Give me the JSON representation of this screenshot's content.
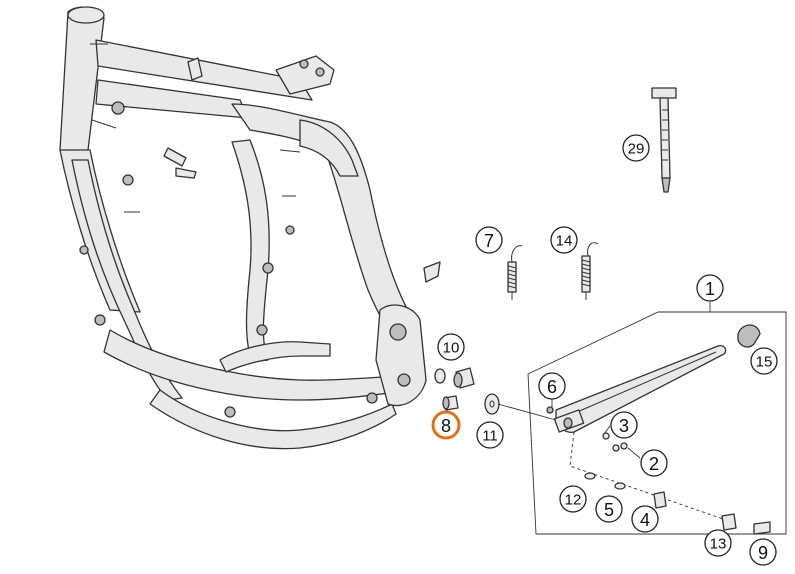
{
  "callouts": [
    {
      "id": "1",
      "label": "1"
    },
    {
      "id": "2",
      "label": "2"
    },
    {
      "id": "3",
      "label": "3"
    },
    {
      "id": "4",
      "label": "4"
    },
    {
      "id": "5",
      "label": "5"
    },
    {
      "id": "6",
      "label": "6"
    },
    {
      "id": "7",
      "label": "7"
    },
    {
      "id": "8",
      "label": "8",
      "highlighted": true
    },
    {
      "id": "9",
      "label": "9"
    },
    {
      "id": "10",
      "label": "10"
    },
    {
      "id": "11",
      "label": "11"
    },
    {
      "id": "12",
      "label": "12"
    },
    {
      "id": "13",
      "label": "13"
    },
    {
      "id": "14",
      "label": "14"
    },
    {
      "id": "15",
      "label": "15"
    },
    {
      "id": "29",
      "label": "29"
    }
  ],
  "colors": {
    "line": "#333333",
    "part_fill": "#e9e9e9",
    "highlight": "#e0711c"
  }
}
